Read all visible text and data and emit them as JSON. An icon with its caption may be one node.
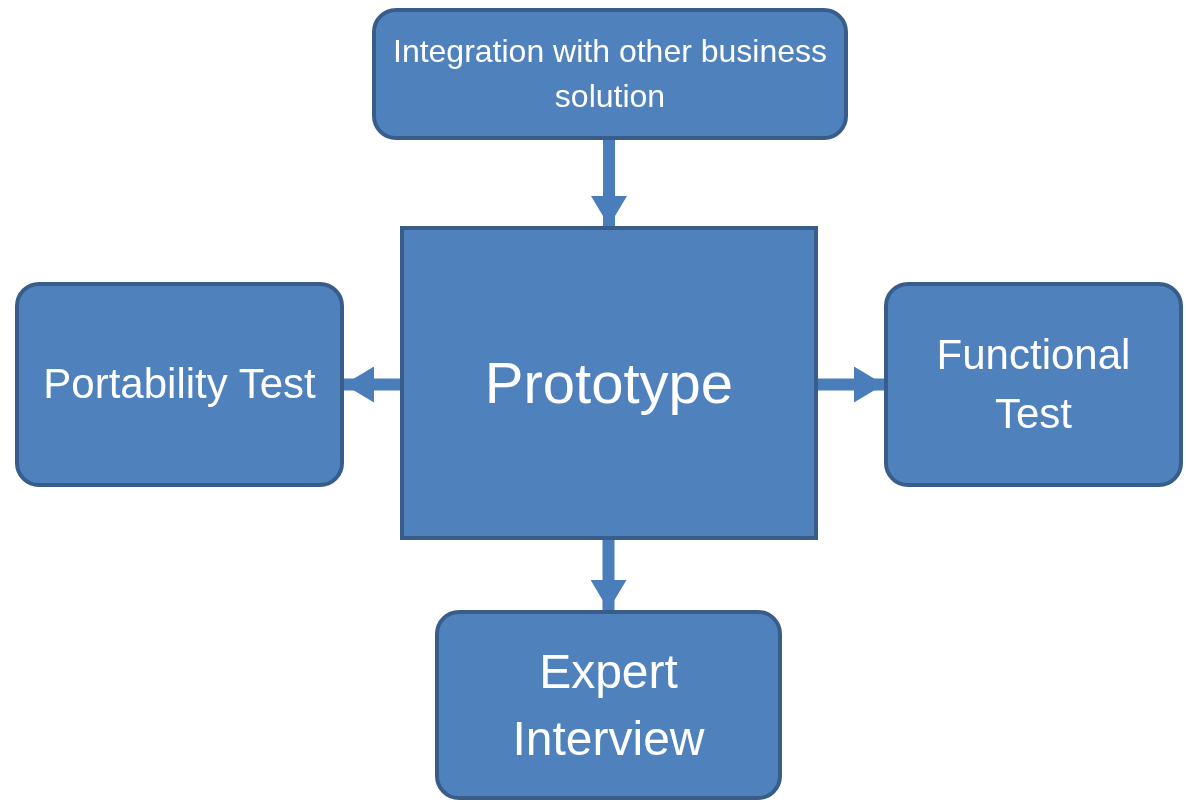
{
  "diagram": {
    "nodes": [
      {
        "text": [
          "Integration with other business solution"
        ]
      },
      {
        "text": [
          "Prototype"
        ]
      },
      {
        "text": [
          "Portability Test"
        ]
      },
      {
        "text": [
          "Functional Test"
        ]
      },
      {
        "text": [
          "Expert Interview"
        ]
      }
    ],
    "edges": [
      {
        "from": 0,
        "to": 1,
        "arrow": "to"
      },
      {
        "from": 1,
        "to": 2,
        "arrow": "to"
      },
      {
        "from": 1,
        "to": 3,
        "arrow": "to"
      },
      {
        "from": 1,
        "to": 4,
        "arrow": "to"
      }
    ]
  }
}
